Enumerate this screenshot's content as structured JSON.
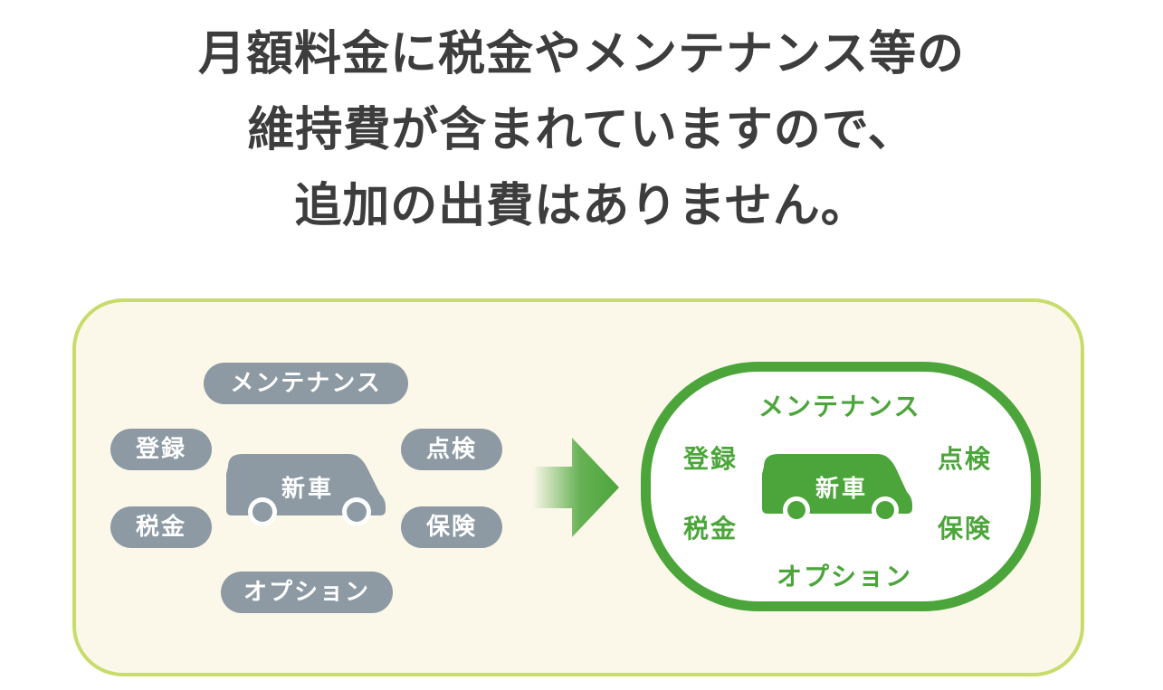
{
  "headline": {
    "line1": "月額料金に税金やメンテナンス等の",
    "line2": "維持費が含まれていますので、",
    "line3": "追加の出費はありません。"
  },
  "before": {
    "maintenance": "メンテナンス",
    "registration": "登録",
    "inspection": "点検",
    "tax": "税金",
    "insurance": "保険",
    "option": "オプション",
    "car": "新車"
  },
  "after": {
    "maintenance": "メンテナンス",
    "registration": "登録",
    "inspection": "点検",
    "tax": "税金",
    "insurance": "保険",
    "option": "オプション",
    "car": "新車"
  },
  "colors": {
    "gray_item": "#8d9aa3",
    "green": "#4ca53a",
    "panel_bg": "#fbf8ea",
    "panel_border": "#c8dc6c",
    "heading_text": "#3d3d3d"
  },
  "icons": [
    "car-icon",
    "arrow-right-icon"
  ]
}
